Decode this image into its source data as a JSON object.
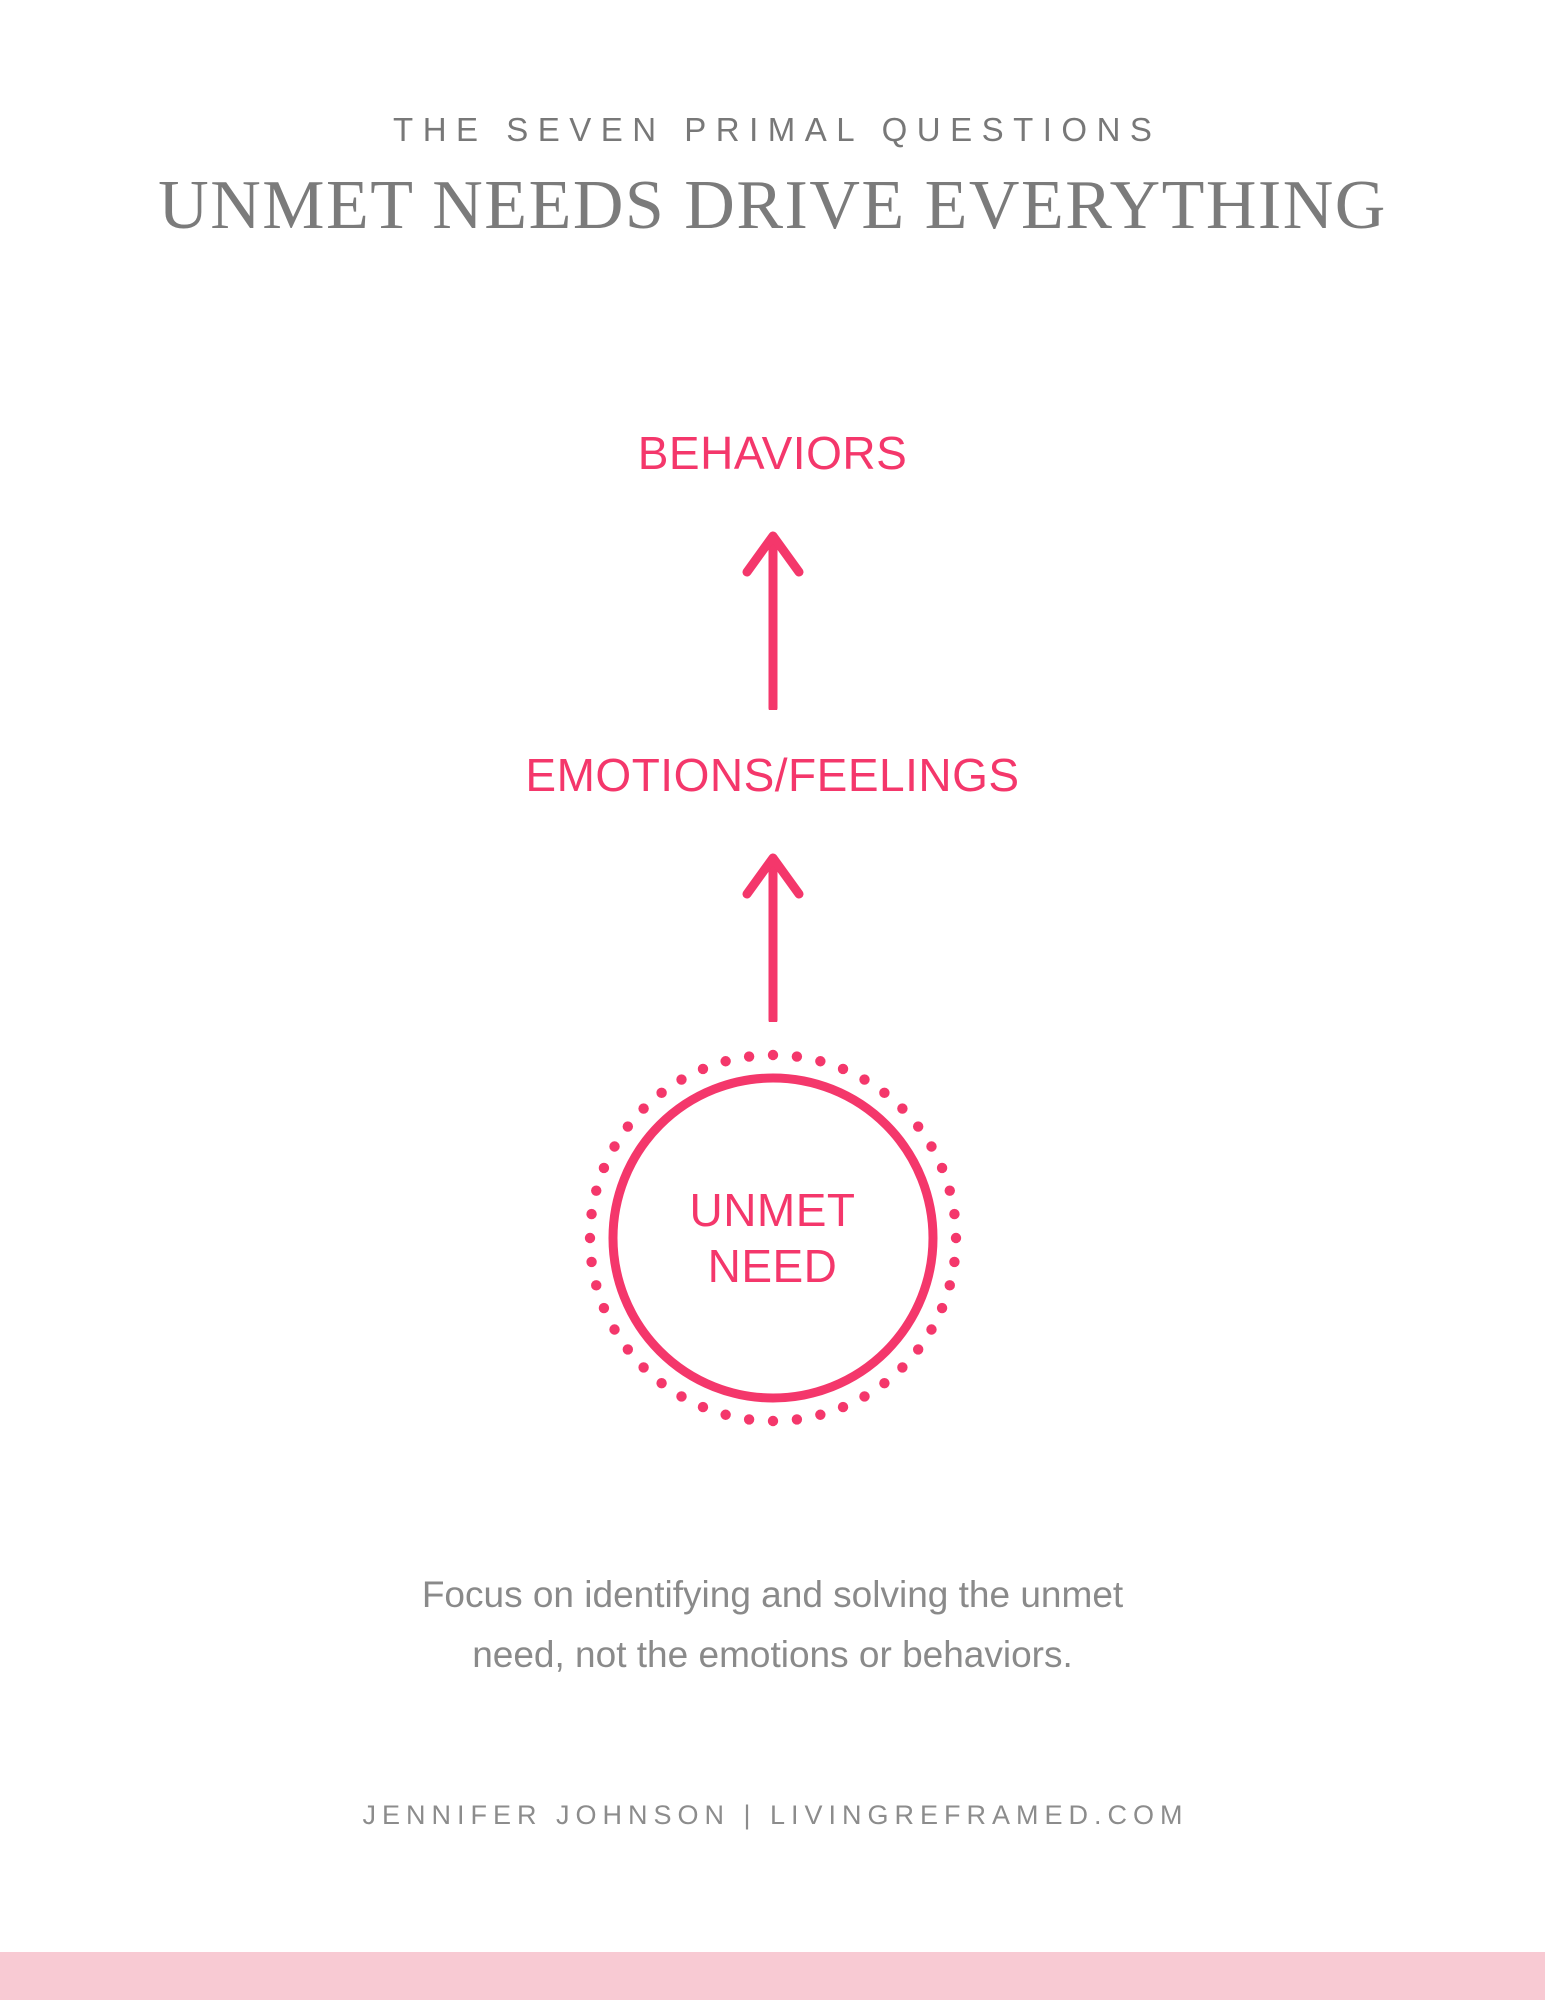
{
  "header": {
    "eyebrow": "THE SEVEN PRIMAL QUESTIONS",
    "title": "UNMET NEEDS DRIVE EVERYTHING"
  },
  "diagram": {
    "top_label": "BEHAVIORS",
    "middle_label": "EMOTIONS/FEELINGS",
    "circle_line1": "UNMET",
    "circle_line2": "NEED",
    "arrows": [
      {
        "name": "arrow-emotions-to-behaviors",
        "direction": "up"
      },
      {
        "name": "arrow-need-to-emotions",
        "direction": "up"
      }
    ],
    "flow_order": [
      "UNMET NEED",
      "EMOTIONS/FEELINGS",
      "BEHAVIORS"
    ]
  },
  "caption": {
    "line1": "Focus on identifying and solving the unmet",
    "line2": "need, not the emotions or behaviors."
  },
  "footer": {
    "credit": "JENNIFER JOHNSON | LIVINGREFRAMED.COM"
  },
  "colors": {
    "accent_pink": "#F4376B",
    "bar_pink": "#F8CAD3",
    "heading_gray": "#7b7b7b",
    "body_gray": "#8a8a8a",
    "background": "#ffffff"
  }
}
